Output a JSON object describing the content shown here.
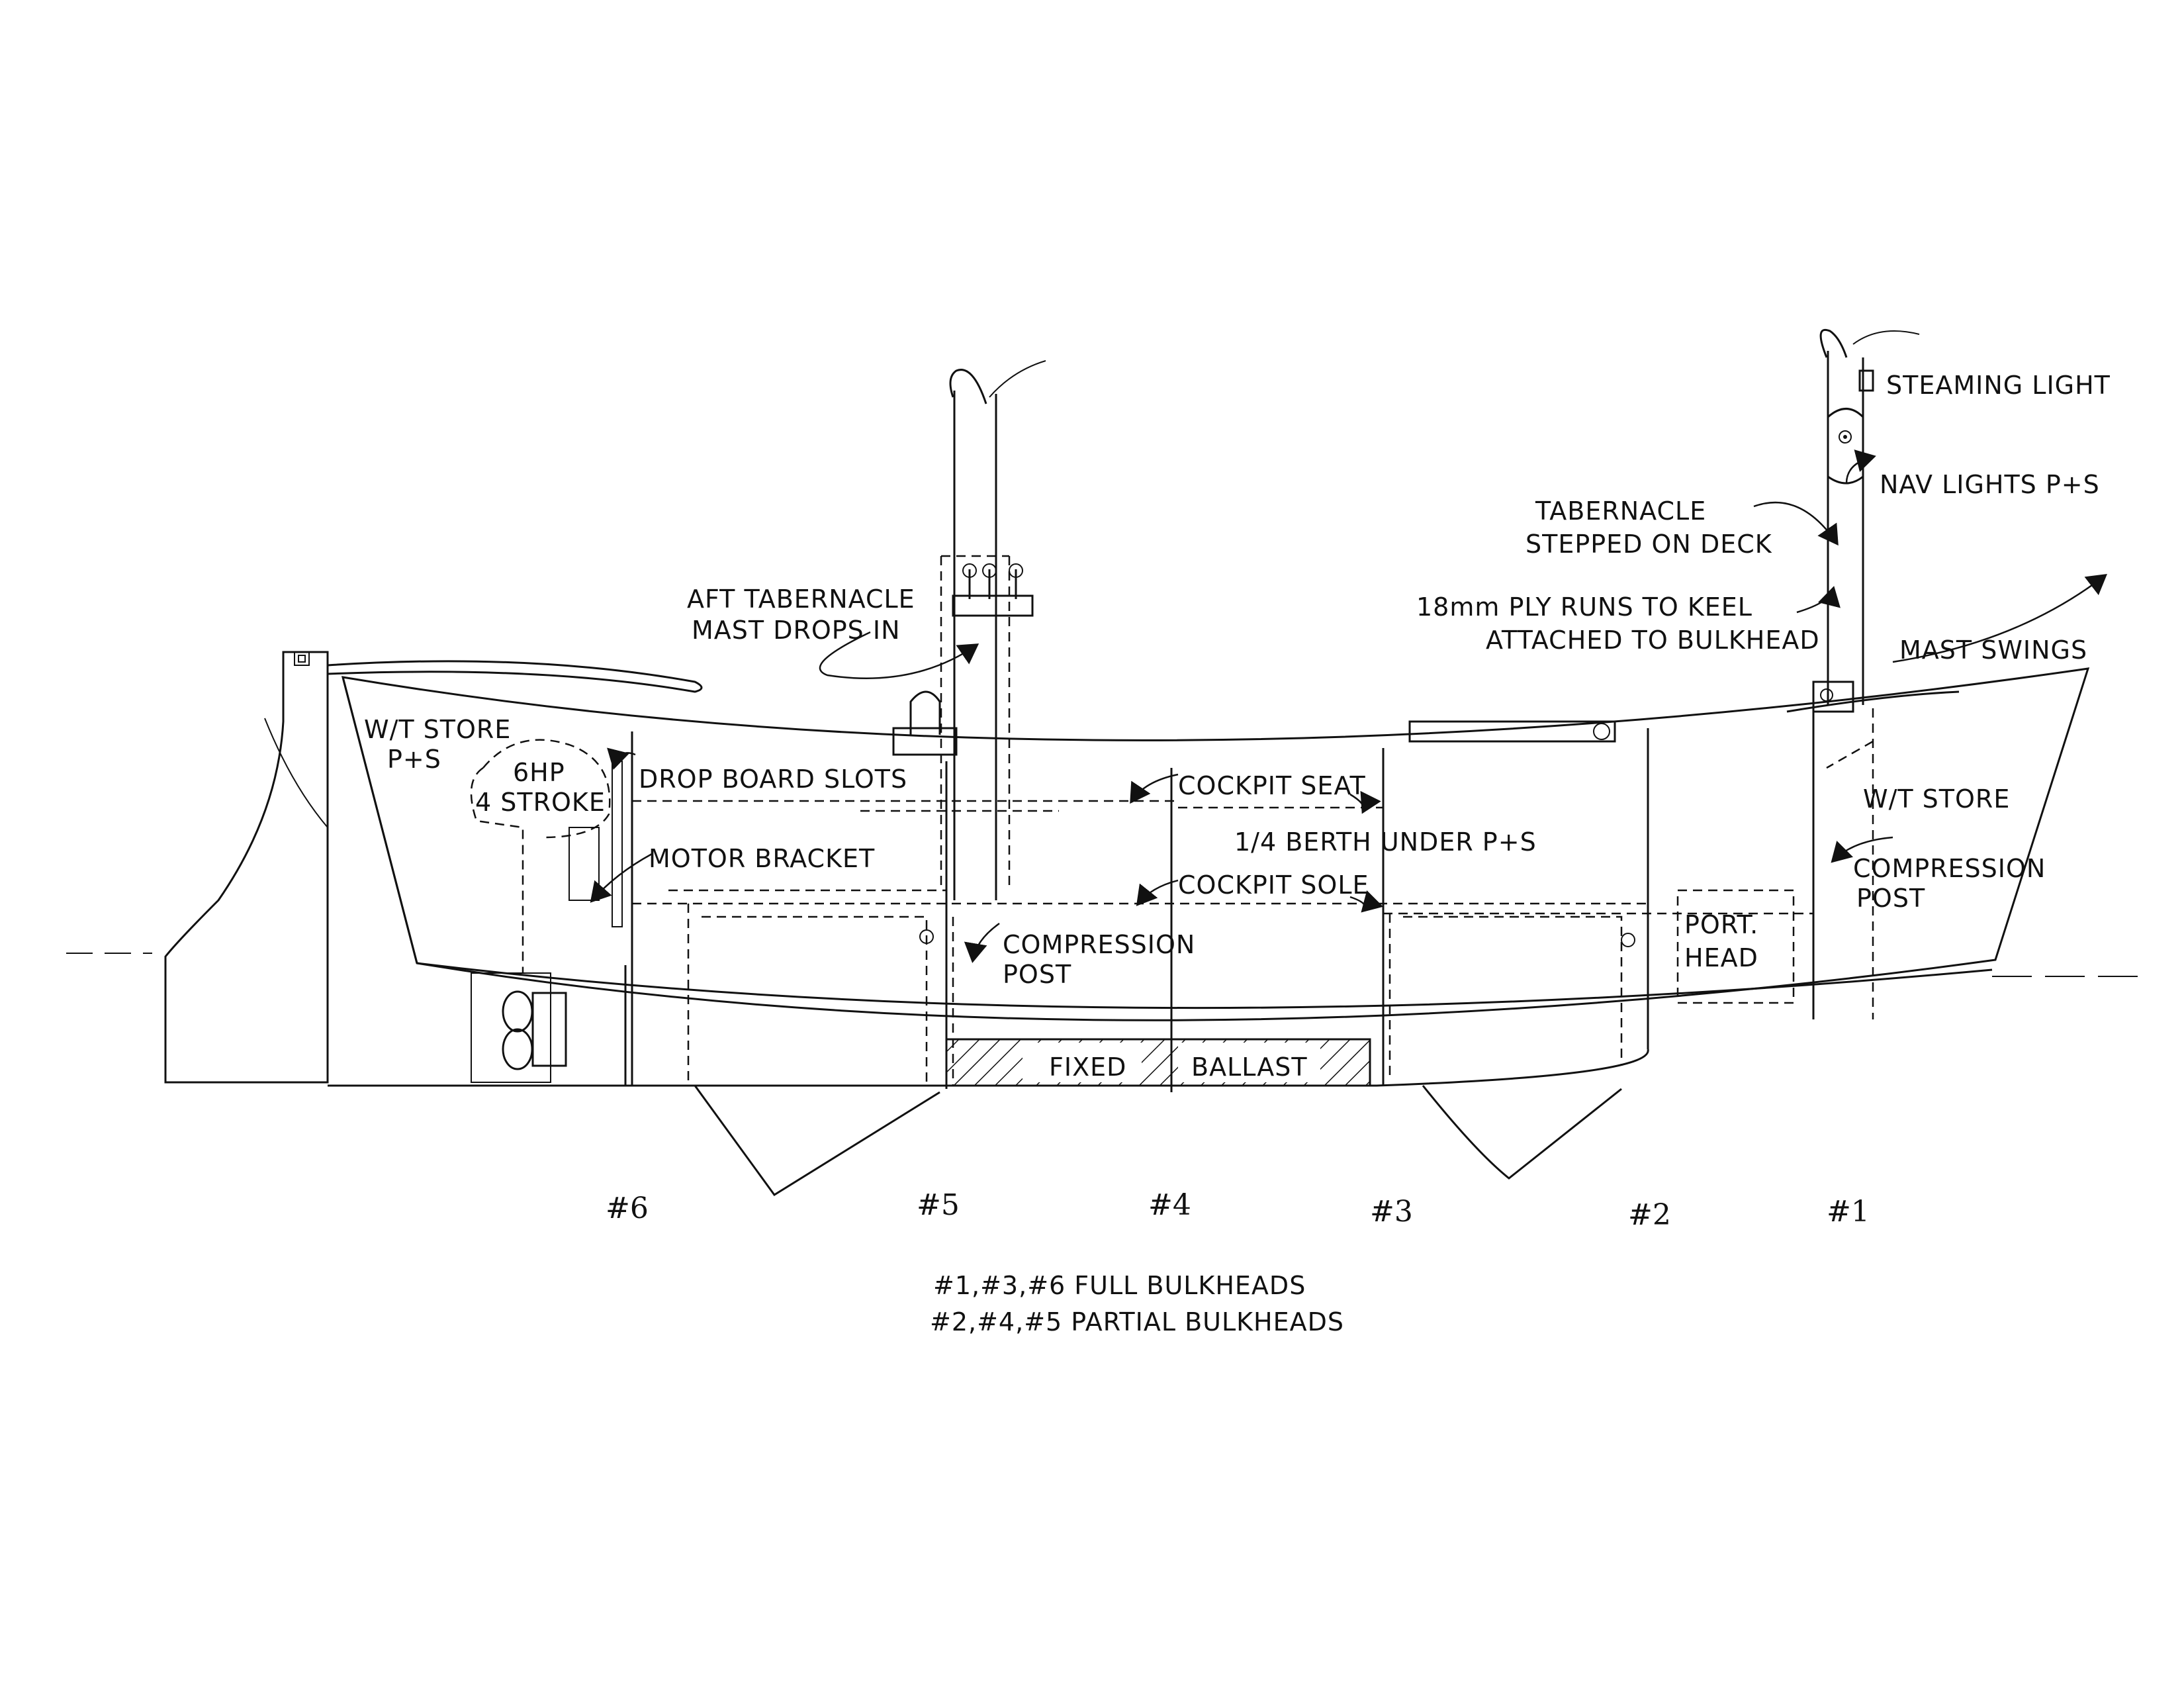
{
  "labels": {
    "steaming_light": "STEAMING LIGHT",
    "nav_lights": "NAV LIGHTS P+S",
    "tabernacle_1": "TABERNACLE",
    "tabernacle_2": "STEPPED ON DECK",
    "aft_tabernacle_1": "AFT TABERNACLE",
    "aft_tabernacle_2": "MAST DROPS IN",
    "ply_1": "18mm PLY RUNS TO KEEL",
    "ply_2": "ATTACHED TO BULKHEAD",
    "mast_swings": "MAST   SWINGS",
    "wt_store_aft_1": "W/T STORE",
    "wt_store_aft_2": "P+S",
    "engine_1": "6HP",
    "engine_2": "4 STROKE",
    "drop_board_slots": "DROP BOARD SLOTS",
    "motor_bracket": "MOTOR BRACKET",
    "cockpit_seat": "COCKPIT SEAT",
    "quarter_berth": "1/4 BERTH UNDER P+S",
    "cockpit_sole": "COCKPIT SOLE",
    "compression_post_aft_1": "COMPRESSION",
    "compression_post_aft_2": "POST",
    "wt_store_fwd": "W/T STORE",
    "compression_post_fwd_1": "COMPRESSION",
    "compression_post_fwd_2": "POST",
    "port_head_1": "PORT.",
    "port_head_2": "HEAD",
    "fixed": "FIXED",
    "ballast": "BALLAST"
  },
  "bulkheads": [
    "#6",
    "#5",
    "#4",
    "#3",
    "#2",
    "#1"
  ],
  "notes": [
    "#1,#3,#6  FULL  BULKHEADS",
    "#2,#4,#5  PARTIAL  BULKHEADS"
  ]
}
